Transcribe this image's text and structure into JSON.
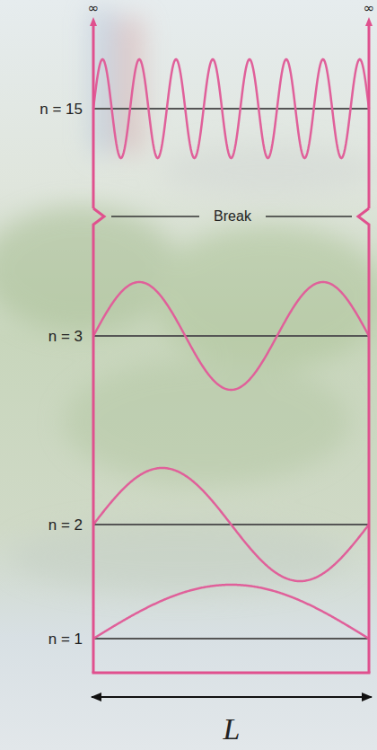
{
  "diagram": {
    "labels": [
      "∞",
      "∞",
      "n = 15",
      "Break",
      "n = 3",
      "n = 2",
      "n = 1",
      "L"
    ]
  }
}
